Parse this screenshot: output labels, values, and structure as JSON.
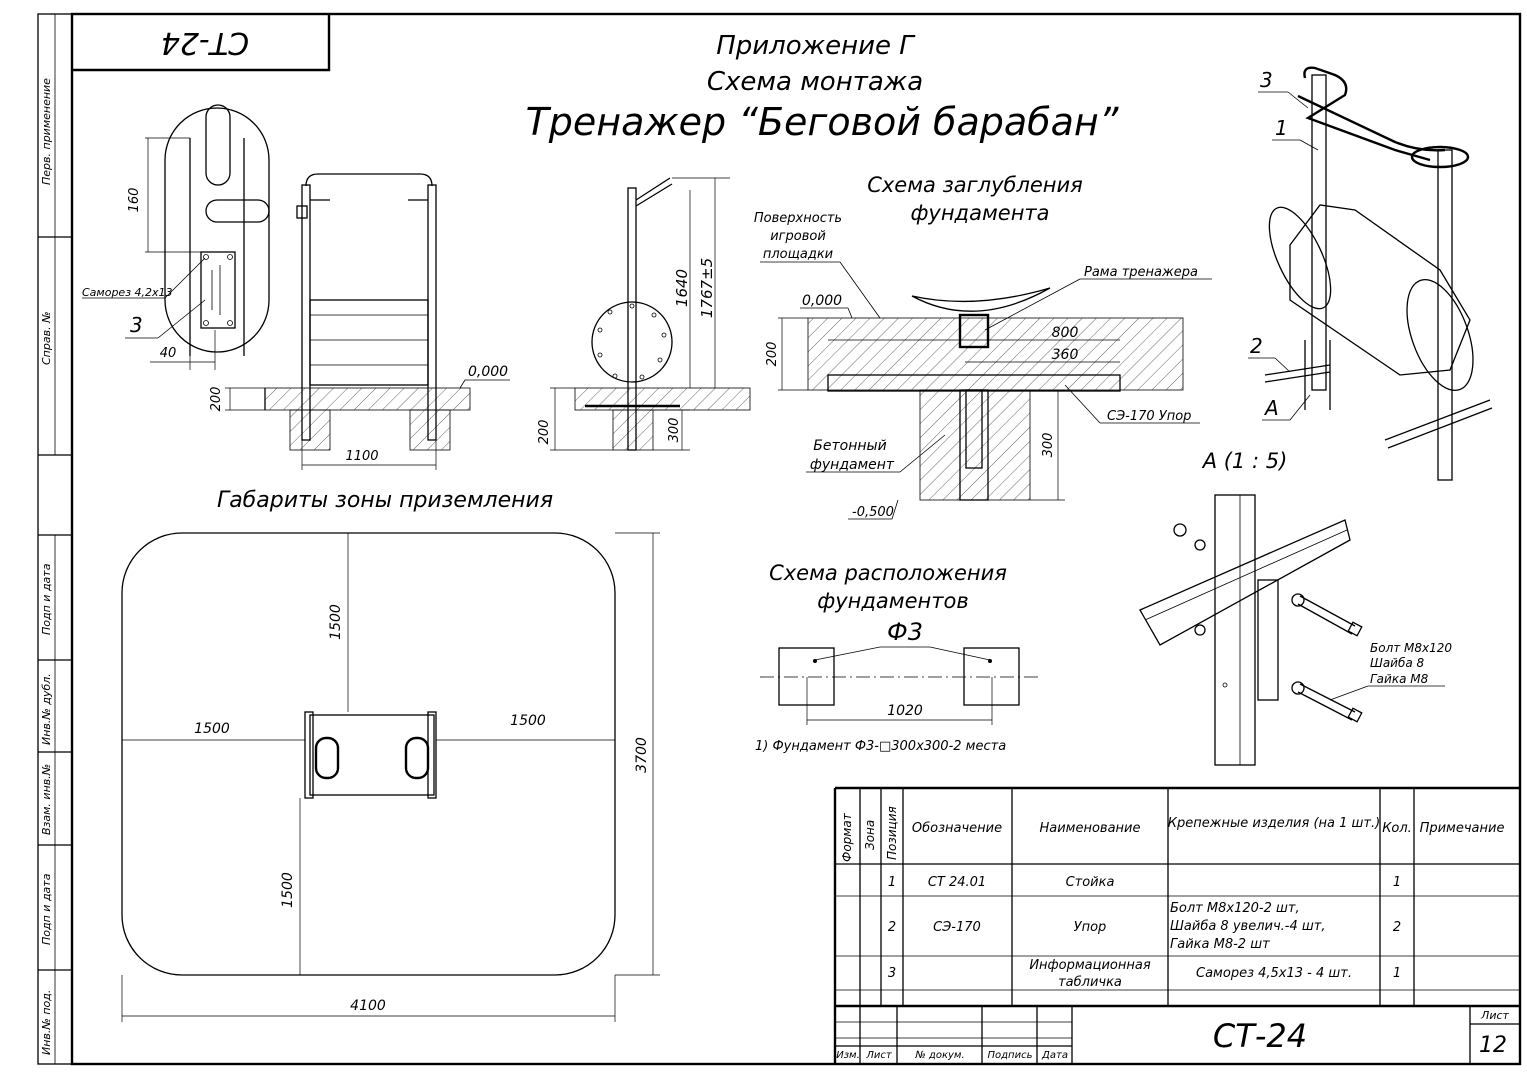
{
  "sheet": {
    "code_top": "СТ-24",
    "code_bottom": "СТ-24",
    "sheet_label": "Лист",
    "sheet_number": "12"
  },
  "title": {
    "line1": "Приложение Г",
    "line2": "Схема монтажа",
    "line3": "Тренажер “Беговой барабан”"
  },
  "side_strip": [
    "Перв. применение",
    "Справ. №",
    "Подп и дата",
    "Инв.№ дубл.",
    "Взам. инв.№",
    "Подп и дата",
    "Инв.№ под."
  ],
  "detail_view": {
    "dim_160": "160",
    "dim_40": "40",
    "screw_label": "Саморез 4,2x13",
    "pos_3": "3"
  },
  "front_view": {
    "dim_200": "200",
    "dim_1100": "1100",
    "level": "0,000"
  },
  "side_view": {
    "dim_1640": "1640",
    "dim_1767": "1767±5",
    "dim_300": "300",
    "dim_200": "200"
  },
  "depth_scheme": {
    "title1": "Схема заглубления",
    "title2": "фундамента",
    "surface1": "Поверхность",
    "surface2": "игровой",
    "surface3": "площадки",
    "frame": "Рама тренажера",
    "level0": "0,000",
    "dim_200": "200",
    "dim_800": "800",
    "dim_360": "360",
    "stop": "СЭ-170 Упор",
    "concrete1": "Бетонный",
    "concrete2": "фундамент",
    "dim_300": "300",
    "level_neg": "-0,500"
  },
  "landing_zone": {
    "title": "Габариты зоны приземления",
    "dim_top": "1500",
    "dim_left": "1500",
    "dim_right": "1500",
    "dim_bottom": "1500",
    "dim_width": "4100",
    "dim_height": "3700"
  },
  "foundation_layout": {
    "title1": "Схема расположения",
    "title2": "фундаментов",
    "mark": "Ф3",
    "dim": "1020",
    "note": "1) Фундамент Ф3-□300x300-2 места"
  },
  "iso_view": {
    "pos1": "1",
    "pos2": "2",
    "pos3": "3",
    "markA": "А"
  },
  "detail_A": {
    "title": "А (1 : 5)",
    "bolt1": "Болт М8x120",
    "bolt2": "Шайба 8",
    "bolt3": "Гайка М8"
  },
  "spec_table": {
    "headers": {
      "format": "Формат",
      "zone": "Зона",
      "pos": "Позиция",
      "designation": "Обозначение",
      "name": "Наименование",
      "fasteners": "Крепежные изделия (на 1 шт.)",
      "qty": "Кол.",
      "note": "Примечание"
    },
    "rows": [
      {
        "pos": "1",
        "designation": "СТ 24.01",
        "name": "Стойка",
        "fasteners": [
          "",
          ""
        ],
        "qty": "1"
      },
      {
        "pos": "2",
        "designation": "СЭ-170",
        "name": "Упор",
        "fasteners": [
          "Болт М8x120-2 шт,",
          "Шайба 8 увелич.-4 шт,",
          "Гайка М8-2 шт"
        ],
        "qty": "2"
      },
      {
        "pos": "3",
        "designation": "",
        "name": [
          "Информационная",
          "табличка"
        ],
        "fasteners": [
          "Саморез 4,5x13 - 4 шт."
        ],
        "qty": "1"
      }
    ]
  },
  "title_block": {
    "izm": "Изм.",
    "list": "Лист",
    "doc": "№ докум.",
    "sign": "Подпись",
    "date": "Дата"
  }
}
